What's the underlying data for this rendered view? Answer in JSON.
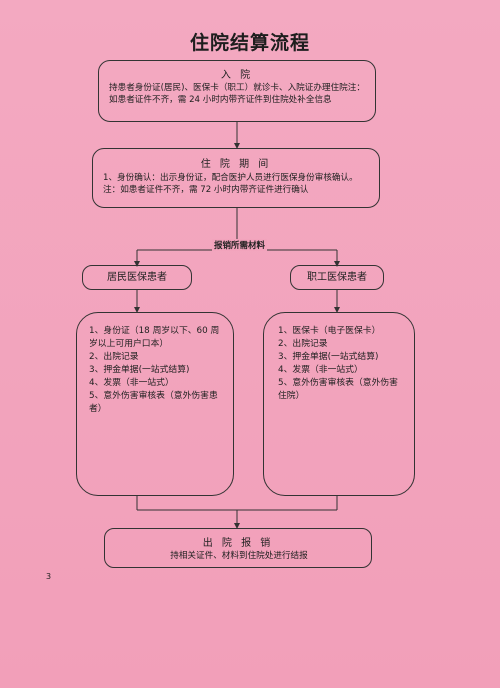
{
  "title": "住院结算流程",
  "admission": {
    "heading": "入  院",
    "text": "持患者身份证(居民)、医保卡（职工）就诊卡、入院证办理住院注：如患者证件不齐，需 24 小时内带齐证件到住院处补全信息"
  },
  "hospitalization": {
    "heading": "住 院 期 间",
    "text": "1、身份确认：出示身份证，配合医护人员进行医保身份审核确认。注：如患者证件不齐，需 72 小时内带齐证件进行确认"
  },
  "reimbursement_label": "报销所需材料",
  "resident": {
    "label": "居民医保患者",
    "items": [
      "1、身份证（18 周岁以下、60 周岁以上可用户口本）",
      "2、出院记录",
      "3、押金单据(一站式结算)",
      "4、发票（非一站式）",
      "5、意外伤害审核表（意外伤害患者）"
    ]
  },
  "employee": {
    "label": "职工医保患者",
    "items": [
      "1、医保卡（电子医保卡）",
      "2、出院记录",
      "3、押金单据(一站式结算)",
      "4、发票（非一站式）",
      "5、意外伤害审核表（意外伤害住院）"
    ]
  },
  "discharge": {
    "heading": "出 院 报 销",
    "text": "持相关证件、材料到住院处进行结报"
  },
  "page_number": "3"
}
